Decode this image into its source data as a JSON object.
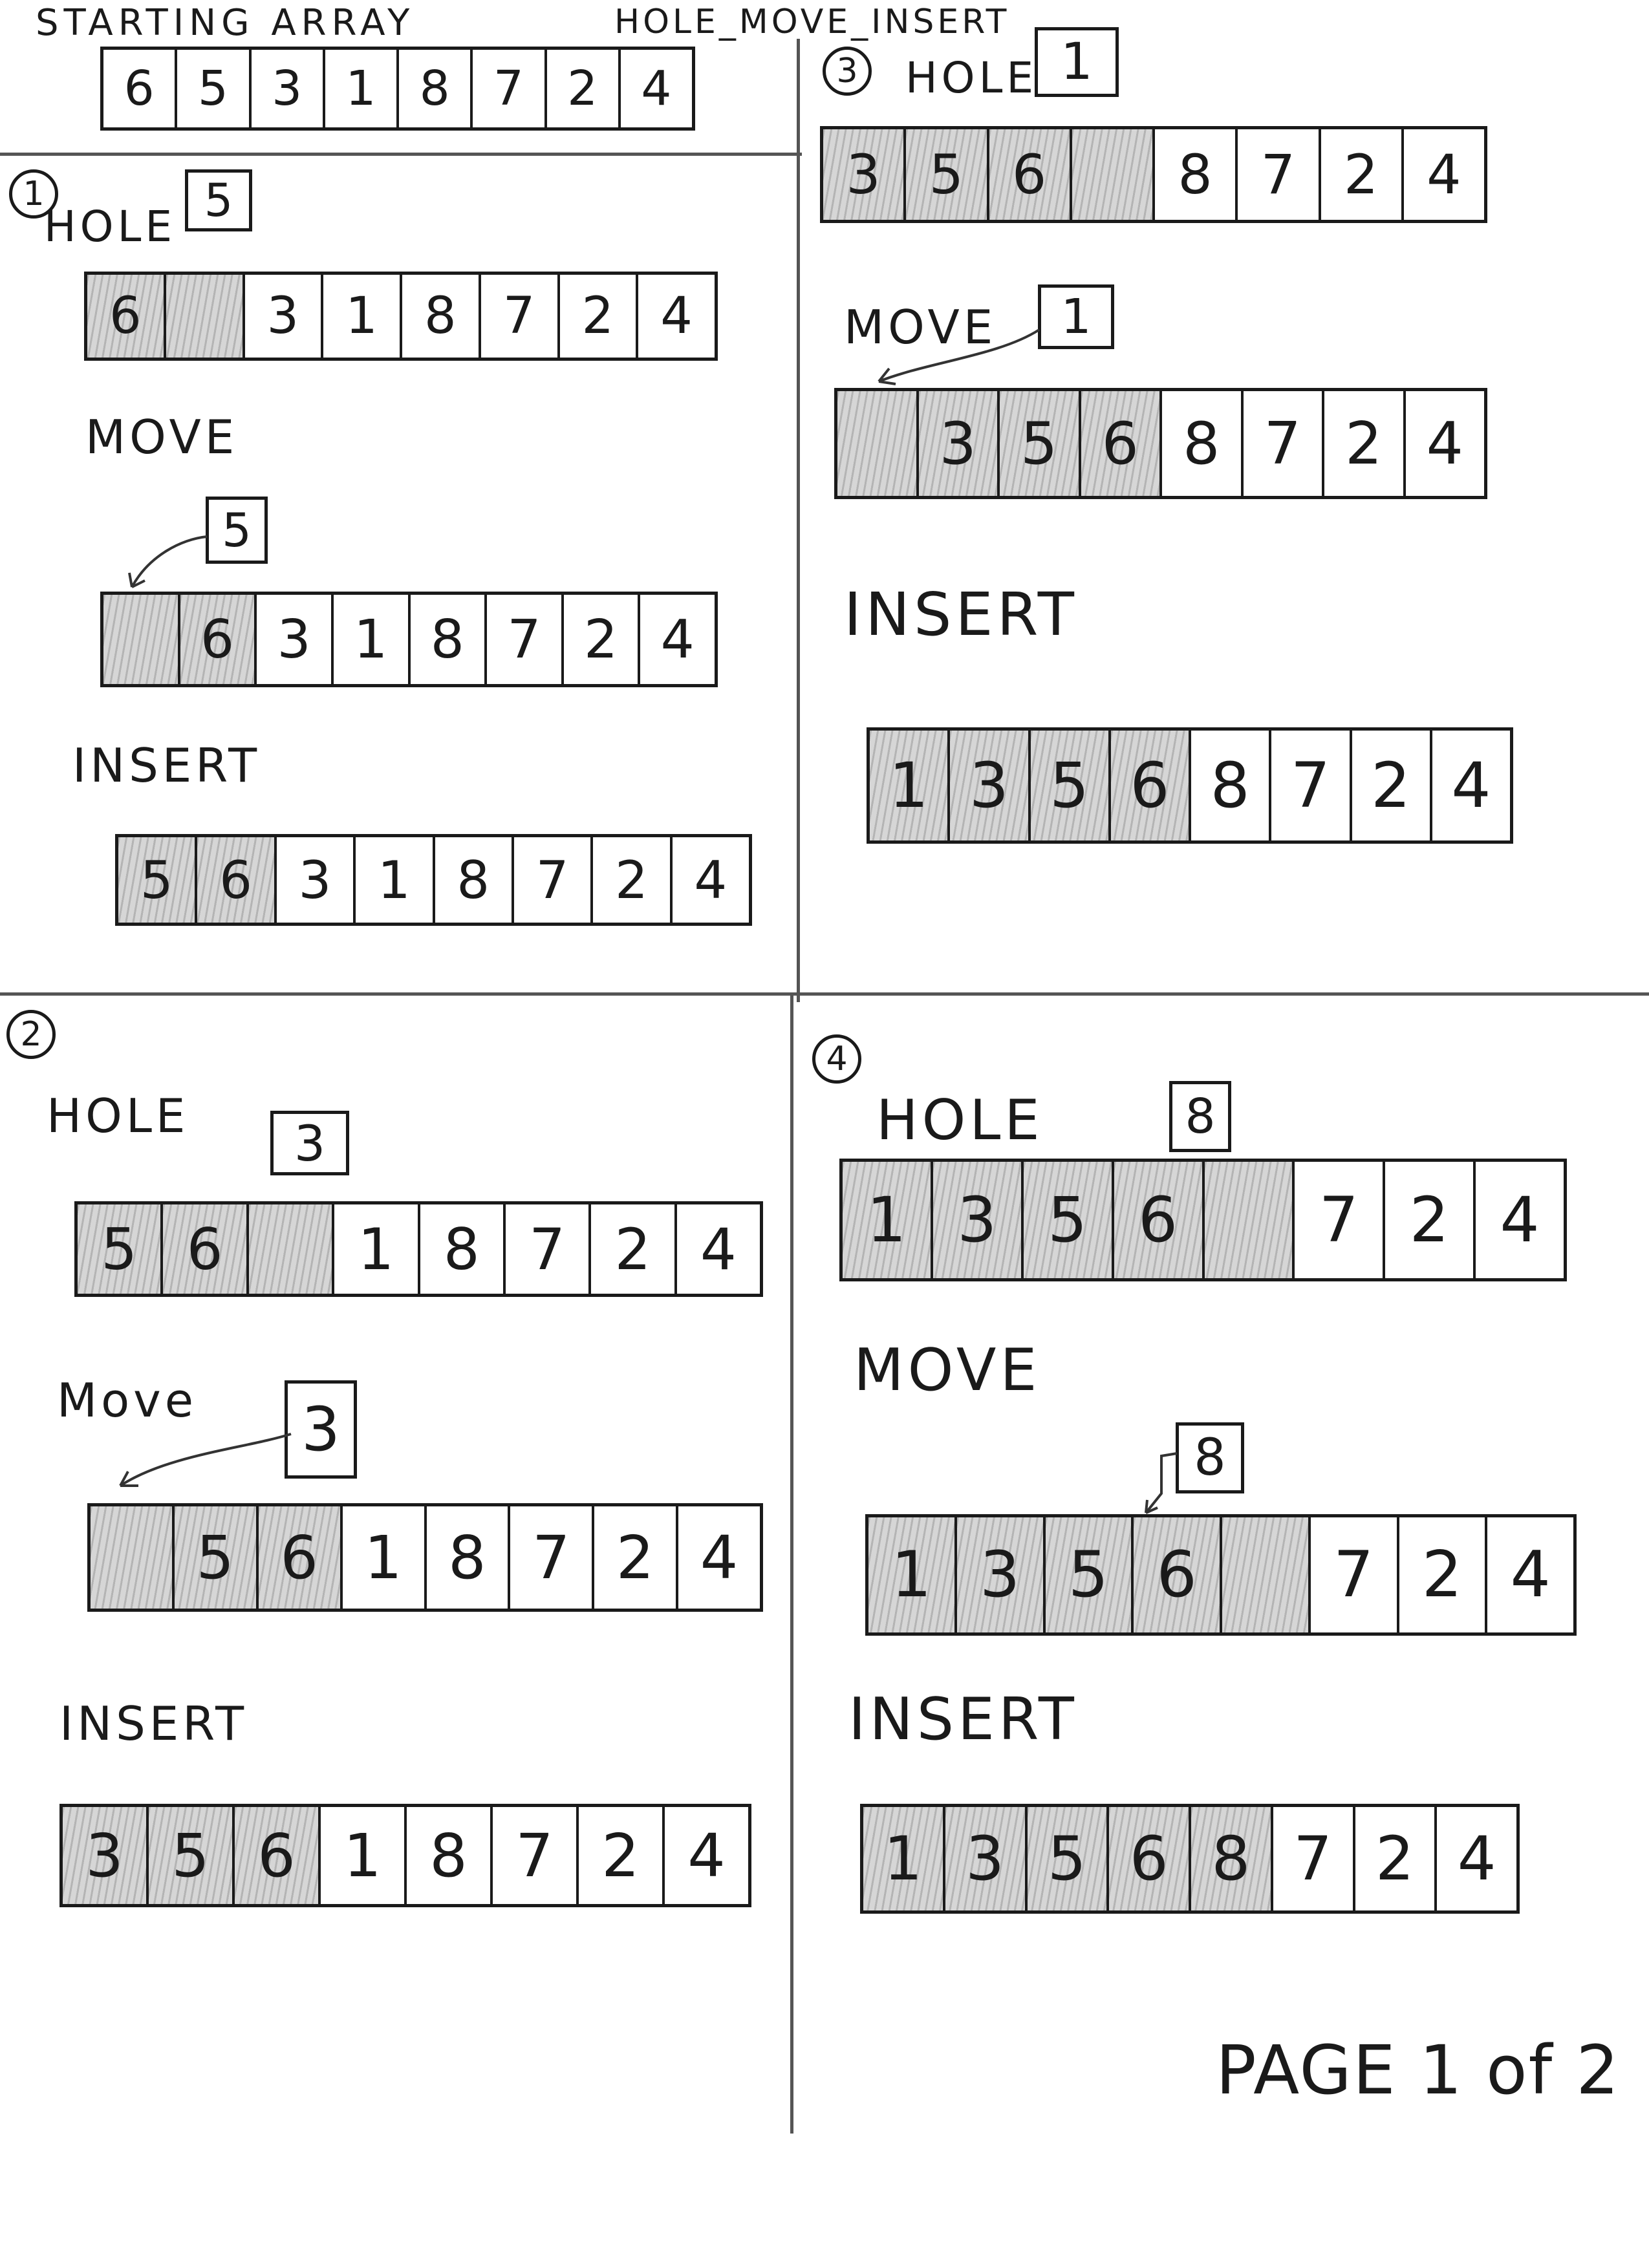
{
  "header": {
    "starting_label": "STARTING ARRAY",
    "title": "HOLE_MOVE_INSERT",
    "starting_array": [
      "6",
      "5",
      "3",
      "1",
      "8",
      "7",
      "2",
      "4"
    ]
  },
  "steps": [
    {
      "number": "1",
      "hole_label": "HOLE",
      "hole_value": "5",
      "hole_array": [
        "6",
        "",
        "3",
        "1",
        "8",
        "7",
        "2",
        "4"
      ],
      "hole_shaded": [
        0,
        1
      ],
      "move_label": "MOVE",
      "move_value": "5",
      "move_array": [
        "",
        "6",
        "3",
        "1",
        "8",
        "7",
        "2",
        "4"
      ],
      "move_shaded": [
        0,
        1
      ],
      "insert_label": "INSERT",
      "insert_array": [
        "5",
        "6",
        "3",
        "1",
        "8",
        "7",
        "2",
        "4"
      ],
      "insert_shaded": [
        0,
        1
      ]
    },
    {
      "number": "2",
      "hole_label": "HOLE",
      "hole_value": "3",
      "hole_array": [
        "5",
        "6",
        "",
        "1",
        "8",
        "7",
        "2",
        "4"
      ],
      "hole_shaded": [
        0,
        1,
        2
      ],
      "move_label": "Move",
      "move_value": "3",
      "move_array": [
        "",
        "5",
        "6",
        "1",
        "8",
        "7",
        "2",
        "4"
      ],
      "move_shaded": [
        0,
        1,
        2
      ],
      "insert_label": "INSERT",
      "insert_array": [
        "3",
        "5",
        "6",
        "1",
        "8",
        "7",
        "2",
        "4"
      ],
      "insert_shaded": [
        0,
        1,
        2
      ]
    },
    {
      "number": "3",
      "hole_label": "HOLE",
      "hole_value": "1",
      "hole_array": [
        "3",
        "5",
        "6",
        "",
        "8",
        "7",
        "2",
        "4"
      ],
      "hole_shaded": [
        0,
        1,
        2,
        3
      ],
      "move_label": "MOVE",
      "move_value": "1",
      "move_array": [
        "",
        "3",
        "5",
        "6",
        "8",
        "7",
        "2",
        "4"
      ],
      "move_shaded": [
        0,
        1,
        2,
        3
      ],
      "insert_label": "INSERT",
      "insert_array": [
        "1",
        "3",
        "5",
        "6",
        "8",
        "7",
        "2",
        "4"
      ],
      "insert_shaded": [
        0,
        1,
        2,
        3
      ]
    },
    {
      "number": "4",
      "hole_label": "HOLE",
      "hole_value": "8",
      "hole_array": [
        "1",
        "3",
        "5",
        "6",
        "",
        "7",
        "2",
        "4"
      ],
      "hole_shaded": [
        0,
        1,
        2,
        3,
        4
      ],
      "move_label": "MOVE",
      "move_value": "8",
      "move_array": [
        "1",
        "3",
        "5",
        "6",
        "",
        "7",
        "2",
        "4"
      ],
      "move_shaded": [
        0,
        1,
        2,
        3,
        4
      ],
      "insert_label": "INSERT",
      "insert_array": [
        "1",
        "3",
        "5",
        "6",
        "8",
        "7",
        "2",
        "4"
      ],
      "insert_shaded": [
        0,
        1,
        2,
        3,
        4
      ]
    }
  ],
  "footer": {
    "page_label": "PAGE 1 of 2"
  }
}
